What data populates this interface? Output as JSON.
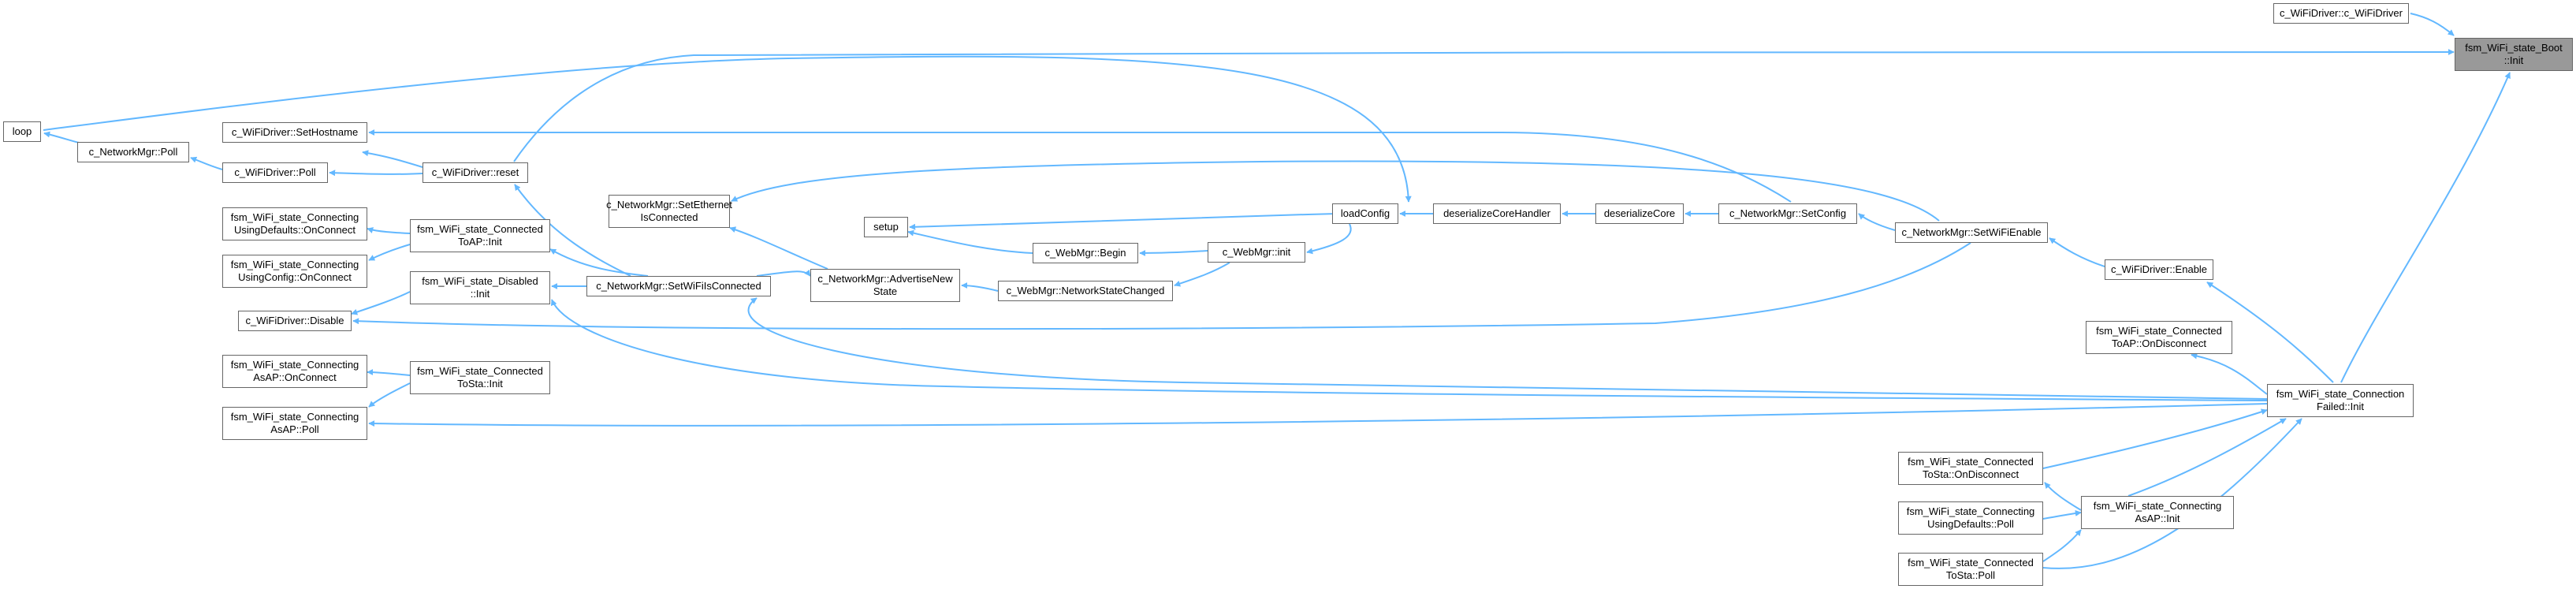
{
  "colors": {
    "edge": "#63b8ff",
    "node_border": "#666666",
    "focus_fill": "#999999",
    "background": "#ffffff"
  },
  "nodes": {
    "boot_init": [
      "fsm_WiFi_state_Boot",
      "::Init"
    ],
    "c_wifidriver_ctor": [
      "c_WiFiDriver::c_WiFiDriver"
    ],
    "loop": [
      "loop"
    ],
    "networkmgr_poll": [
      "c_NetworkMgr::Poll"
    ],
    "wifidriver_poll": [
      "c_WiFiDriver::Poll"
    ],
    "wifidriver_sethostname": [
      "c_WiFiDriver::SetHostname"
    ],
    "wifidriver_reset": [
      "c_WiFiDriver::reset"
    ],
    "connected_toap_init": [
      "fsm_WiFi_state_Connected",
      "ToAP::Init"
    ],
    "connecting_usingdefaults_onconnect": [
      "fsm_WiFi_state_Connecting",
      "UsingDefaults::OnConnect"
    ],
    "connecting_usingconfig_onconnect": [
      "fsm_WiFi_state_Connecting",
      "UsingConfig::OnConnect"
    ],
    "disabled_init": [
      "fsm_WiFi_state_Disabled",
      "::Init"
    ],
    "wifidriver_disable": [
      "c_WiFiDriver::Disable"
    ],
    "connected_tosta_init": [
      "fsm_WiFi_state_Connected",
      "ToSta::Init"
    ],
    "connecting_asap_onconnect": [
      "fsm_WiFi_state_Connecting",
      "AsAP::OnConnect"
    ],
    "connecting_asap_poll": [
      "fsm_WiFi_state_Connecting",
      "AsAP::Poll"
    ],
    "networkmgr_setethernetisconnected": [
      "c_NetworkMgr::SetEthernet",
      "IsConnected"
    ],
    "networkmgr_setwifiisconnected": [
      "c_NetworkMgr::SetWiFiIsConnected"
    ],
    "setup": [
      "setup"
    ],
    "networkmgr_advertisenewstate": [
      "c_NetworkMgr::AdvertiseNew",
      "State"
    ],
    "webmgr_begin": [
      "c_WebMgr::Begin"
    ],
    "webmgr_networkstatechanged": [
      "c_WebMgr::NetworkStateChanged"
    ],
    "webmgr_init": [
      "c_WebMgr::init"
    ],
    "loadconfig": [
      "loadConfig"
    ],
    "deserializecorehandler": [
      "deserializeCoreHandler"
    ],
    "deserializecore": [
      "deserializeCore"
    ],
    "networkmgr_setconfig": [
      "c_NetworkMgr::SetConfig"
    ],
    "networkmgr_setwifienable": [
      "c_NetworkMgr::SetWiFiEnable"
    ],
    "wifidriver_enable": [
      "c_WiFiDriver::Enable"
    ],
    "connected_toap_ondisconnect": [
      "fsm_WiFi_state_Connected",
      "ToAP::OnDisconnect"
    ],
    "connectionfailed_init": [
      "fsm_WiFi_state_Connection",
      "Failed::Init"
    ],
    "connected_tosta_ondisconnect": [
      "fsm_WiFi_state_Connected",
      "ToSta::OnDisconnect"
    ],
    "connecting_asap_init": [
      "fsm_WiFi_state_Connecting",
      "AsAP::Init"
    ],
    "connecting_usingdefaults_poll": [
      "fsm_WiFi_state_Connecting",
      "UsingDefaults::Poll"
    ],
    "connected_tosta_poll": [
      "fsm_WiFi_state_Connected",
      "ToSta::Poll"
    ]
  }
}
